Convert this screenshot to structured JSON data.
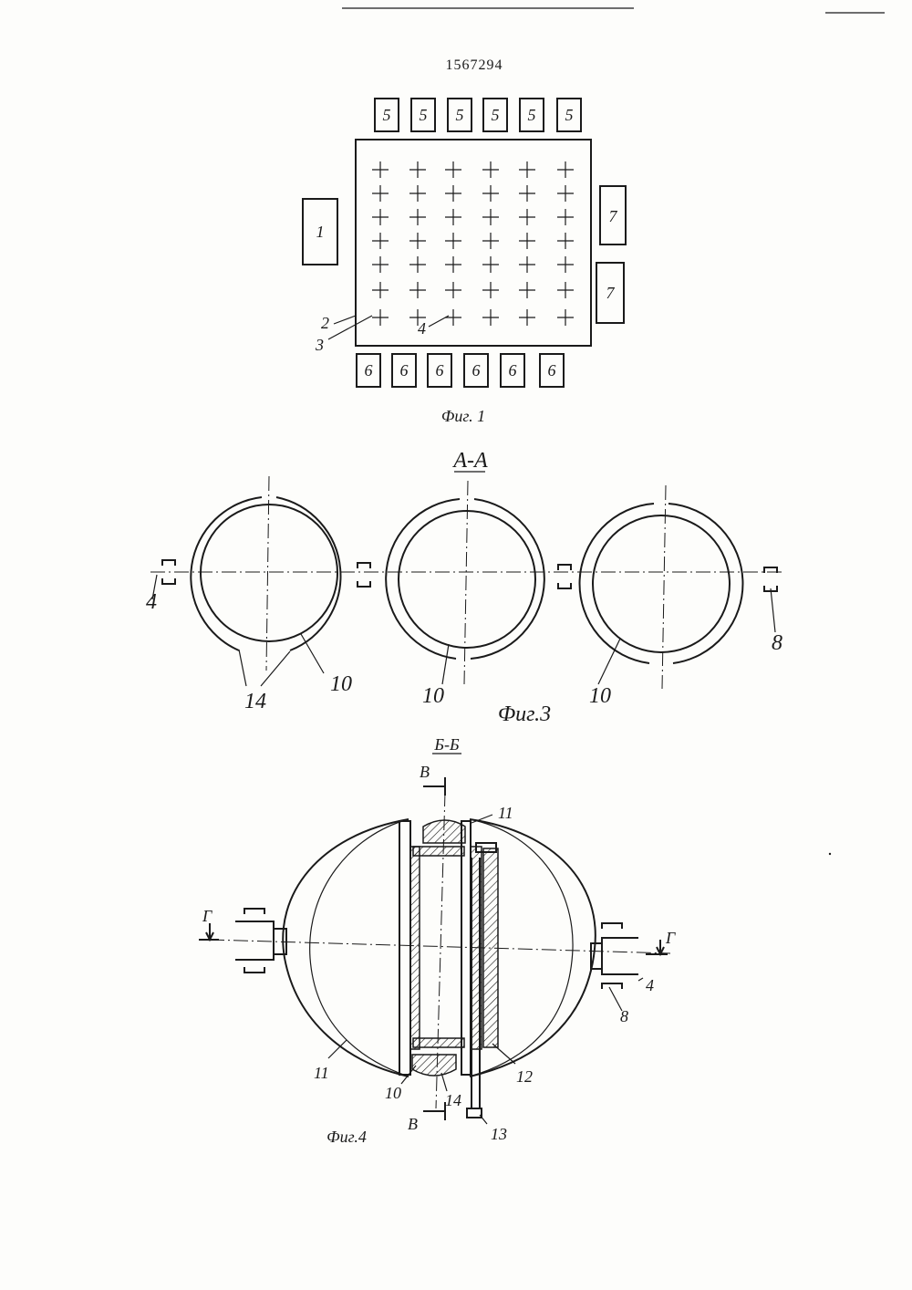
{
  "patent_number": "1567294",
  "fig1": {
    "caption": "Фиг. 1",
    "box_5": "5",
    "box_6": "6",
    "box_7": "7",
    "box_1": "1",
    "label_2": "2",
    "label_3": "3",
    "label_4": "4"
  },
  "fig3": {
    "section": "А-А",
    "caption": "Фиг.3",
    "label_4": "4",
    "label_8": "8",
    "label_10": "10",
    "label_14": "14"
  },
  "fig4": {
    "section": "Б-Б",
    "caption": "Фиг.4",
    "label_v": "В",
    "label_g": "Г",
    "label_4": "4",
    "label_8": "8",
    "label_10": "10",
    "label_11": "11",
    "label_12": "12",
    "label_13": "13",
    "label_14": "14"
  }
}
